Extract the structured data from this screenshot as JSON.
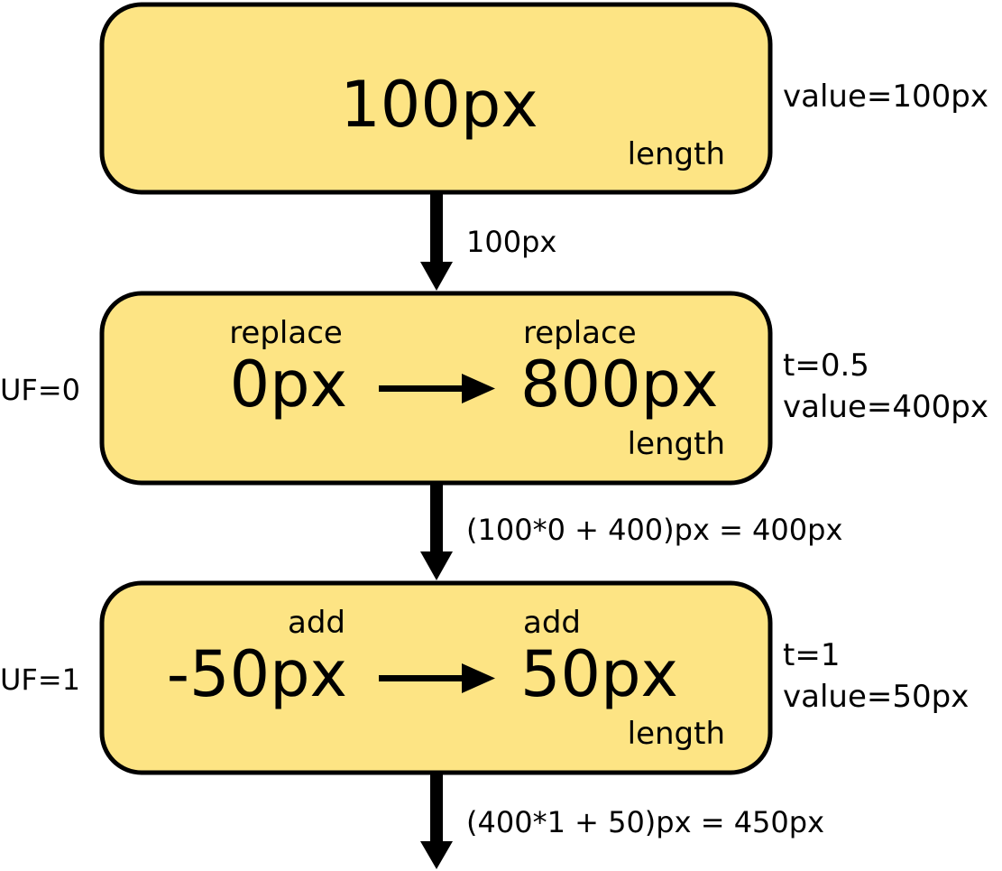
{
  "colors": {
    "box_fill": "#fde484",
    "box_stroke": "#000000",
    "arrow": "#000000",
    "text": "#000000"
  },
  "boxes": [
    {
      "main_value": "100px",
      "type_label": "length",
      "side_info": [
        "value=100px"
      ]
    },
    {
      "uf_label": "UF=0",
      "from": {
        "op": "replace",
        "value": "0px"
      },
      "to": {
        "op": "replace",
        "value": "800px"
      },
      "type_label": "length",
      "side_info": [
        "t=0.5",
        "value=400px"
      ]
    },
    {
      "uf_label": "UF=1",
      "from": {
        "op": "add",
        "value": "-50px"
      },
      "to": {
        "op": "add",
        "value": "50px"
      },
      "type_label": "length",
      "side_info": [
        "t=1",
        "value=50px"
      ]
    }
  ],
  "connectors": [
    {
      "label": "100px"
    },
    {
      "label": "(100*0 + 400)px = 400px"
    },
    {
      "label": "(400*1 + 50)px = 450px"
    }
  ]
}
